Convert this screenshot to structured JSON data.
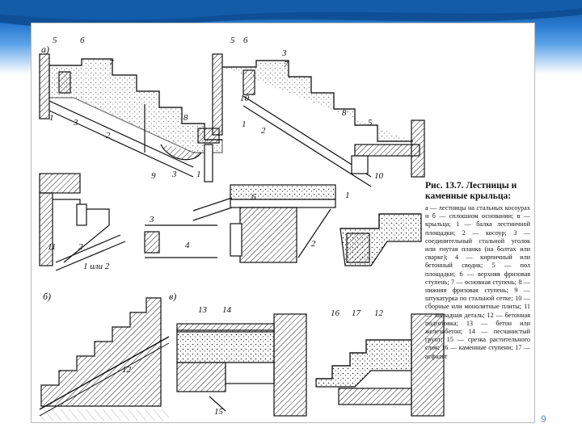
{
  "slide": {
    "page_number": "9",
    "accent_color": "#1f6fc2"
  },
  "figure": {
    "title": "Рис. 13.7. Лестницы и каменные крыльца:",
    "legend": "а — лестницы на стальных косоурах и б — сплошном основании; в — крыльца; 1 — балка лестничной площадки; 2 — косоур; 3 — соединительный стальной уголок или гнутая планка (на болтах или сварке); 4 — кирпичный или бетонный сводик; 5 — пол площадки; 6 — верхняя фризовая ступень; 7 — основная ступень; 8 — нижняя фризовая ступень; 9 — штукатурка по стальной сетке; 10 — сборные или монолитные плиты; 11 — закладная деталь; 12 — бетонная подготовка; 13 — бетон или железобетон; 14 — песчанистый грунт; 15 — срезка растительного слоя; 16 — каменные ступени; 17 — асфальт",
    "section_labels": {
      "a": "а)",
      "b": "б)",
      "v": "в)"
    },
    "callouts": {
      "n1": "1",
      "n2": "2",
      "n3": "3",
      "n4": "4",
      "n5": "5",
      "n6": "6",
      "n7": "7",
      "n8": "8",
      "n9": "9",
      "n10": "10",
      "n11": "11",
      "n12": "12",
      "n13": "13",
      "n14": "14",
      "n15": "15",
      "n16": "16",
      "n17": "17",
      "n1or2": "1 или 2"
    }
  }
}
